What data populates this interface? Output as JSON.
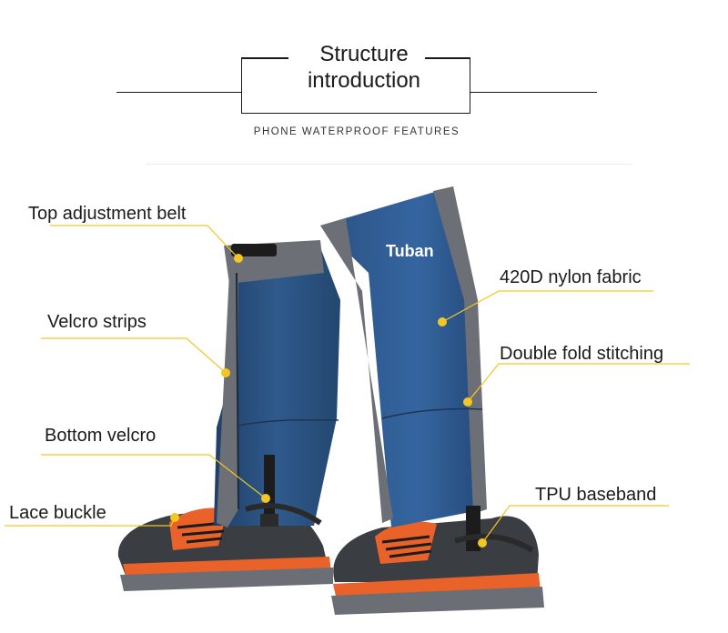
{
  "header": {
    "title_line1": "Structure",
    "title_line2": "introduction",
    "subtitle": "PHONE WATERPROOF FEATURES"
  },
  "brand": "Tuban",
  "labels": {
    "top_adjustment_belt": "Top adjustment belt",
    "velcro_strips": "Velcro strips",
    "bottom_velcro": "Bottom velcro",
    "lace_buckle": "Lace buckle",
    "nylon_fabric": "420D nylon fabric",
    "double_fold_stitching": "Double fold stitching",
    "tpu_baseband": "TPU baseband"
  },
  "colors": {
    "gaiter_blue": "#2f5a8c",
    "gaiter_grey": "#6c7076",
    "callout_yellow": "#f3c623",
    "shoe_orange": "#e8622a"
  }
}
